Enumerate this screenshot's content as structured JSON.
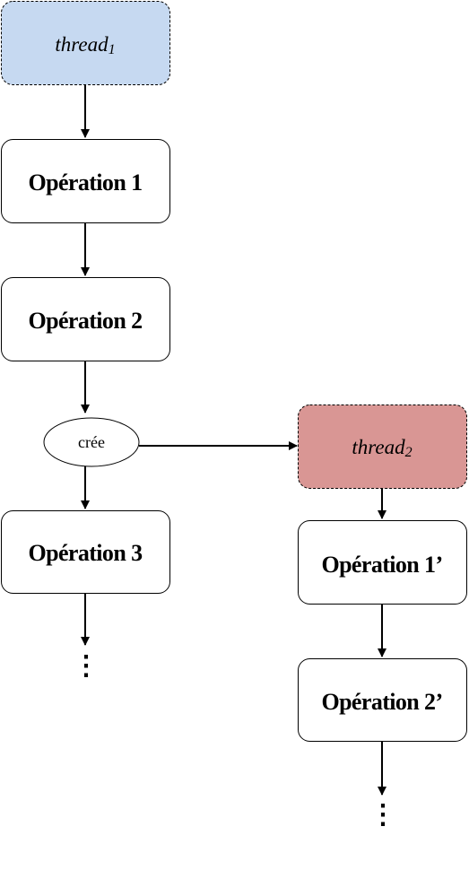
{
  "thread1": {
    "label": "thread",
    "subscript": "1",
    "fill": "#c6d9f1"
  },
  "thread2": {
    "label": "thread",
    "subscript": "2",
    "fill": "#d99694"
  },
  "left_column": {
    "op1": "Opération 1",
    "op2": "Opération 2",
    "cree": "crée",
    "op3": "Opération 3",
    "continuation": "⋮"
  },
  "right_column": {
    "op1": "Opération 1’",
    "op2": "Opération 2’",
    "continuation": "⋮"
  }
}
